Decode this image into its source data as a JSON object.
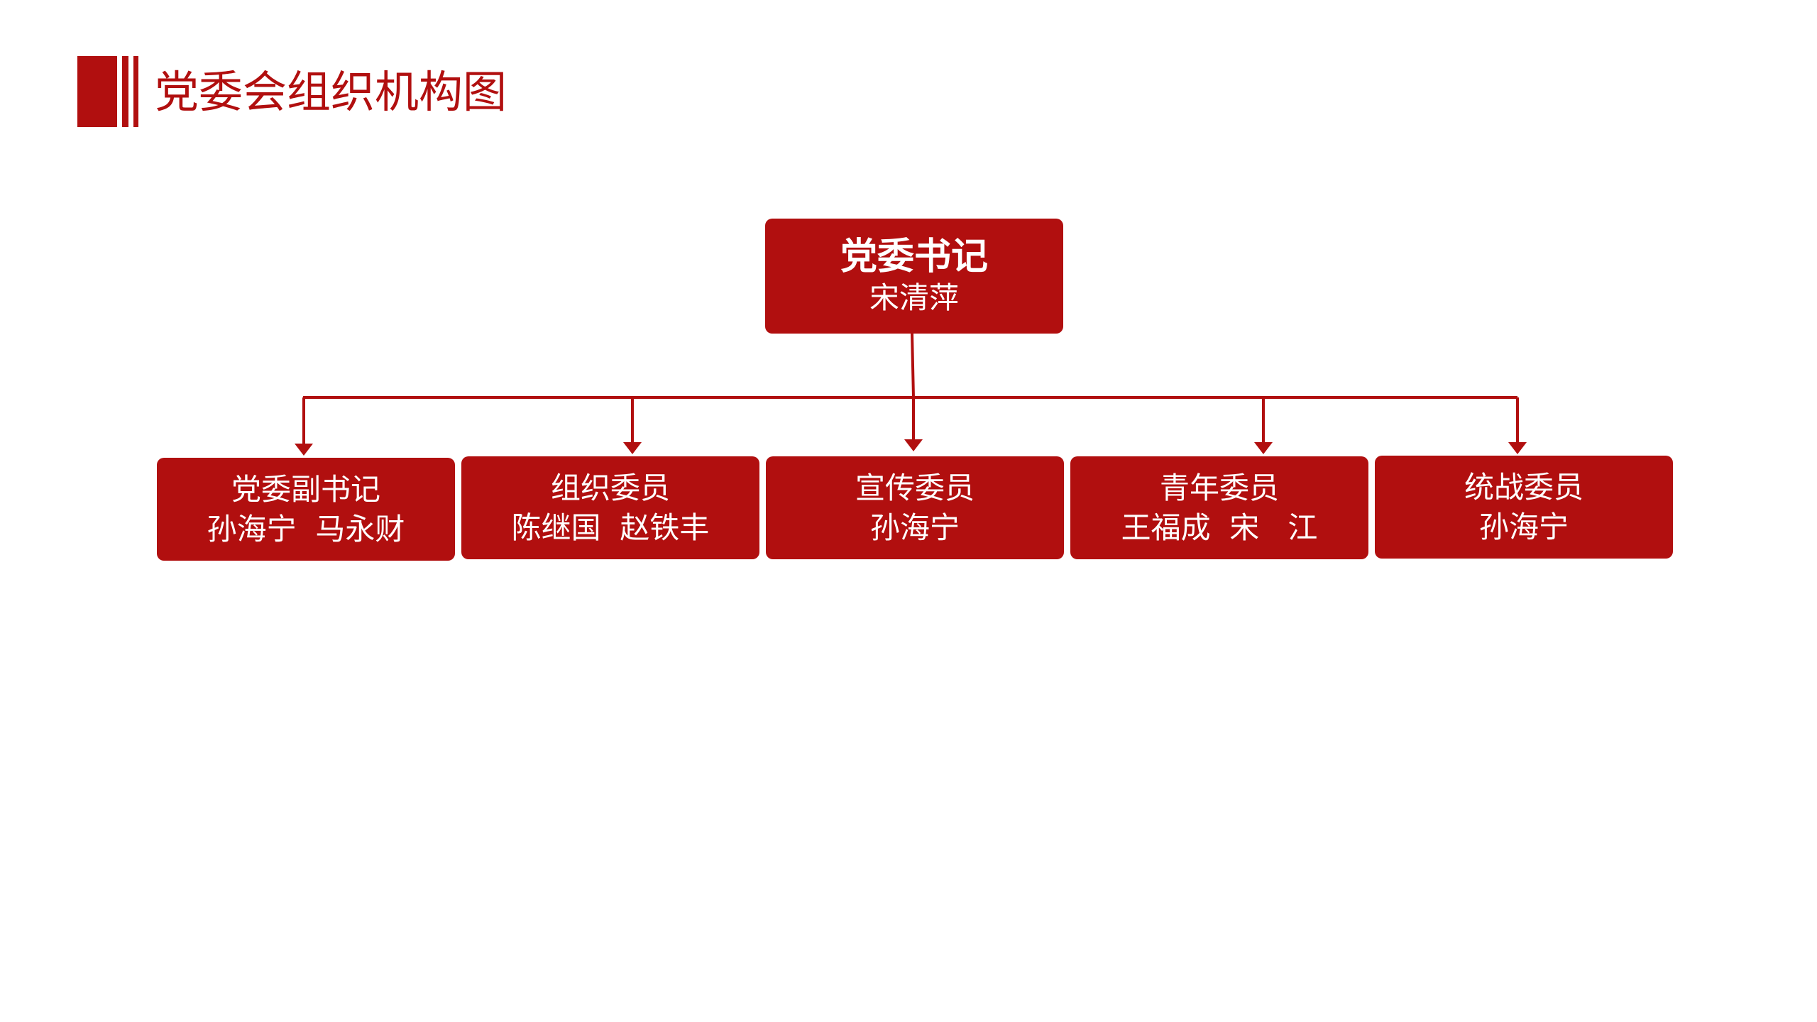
{
  "header": {
    "title": "党委会组织机构图"
  },
  "colors": {
    "accent": "#b10f0f",
    "background": "#ffffff",
    "node_text": "#ffffff"
  },
  "org_chart": {
    "root": {
      "role": "党委书记",
      "names": "宋清萍"
    },
    "children": [
      {
        "role": "党委副书记",
        "names": "孙海宁  马永财"
      },
      {
        "role": "组织委员",
        "names": "陈继国  赵铁丰"
      },
      {
        "role": "宣传委员",
        "names": "孙海宁"
      },
      {
        "role": "青年委员",
        "names": "王福成  宋   江"
      },
      {
        "role": "统战委员",
        "names": "孙海宁"
      }
    ]
  }
}
